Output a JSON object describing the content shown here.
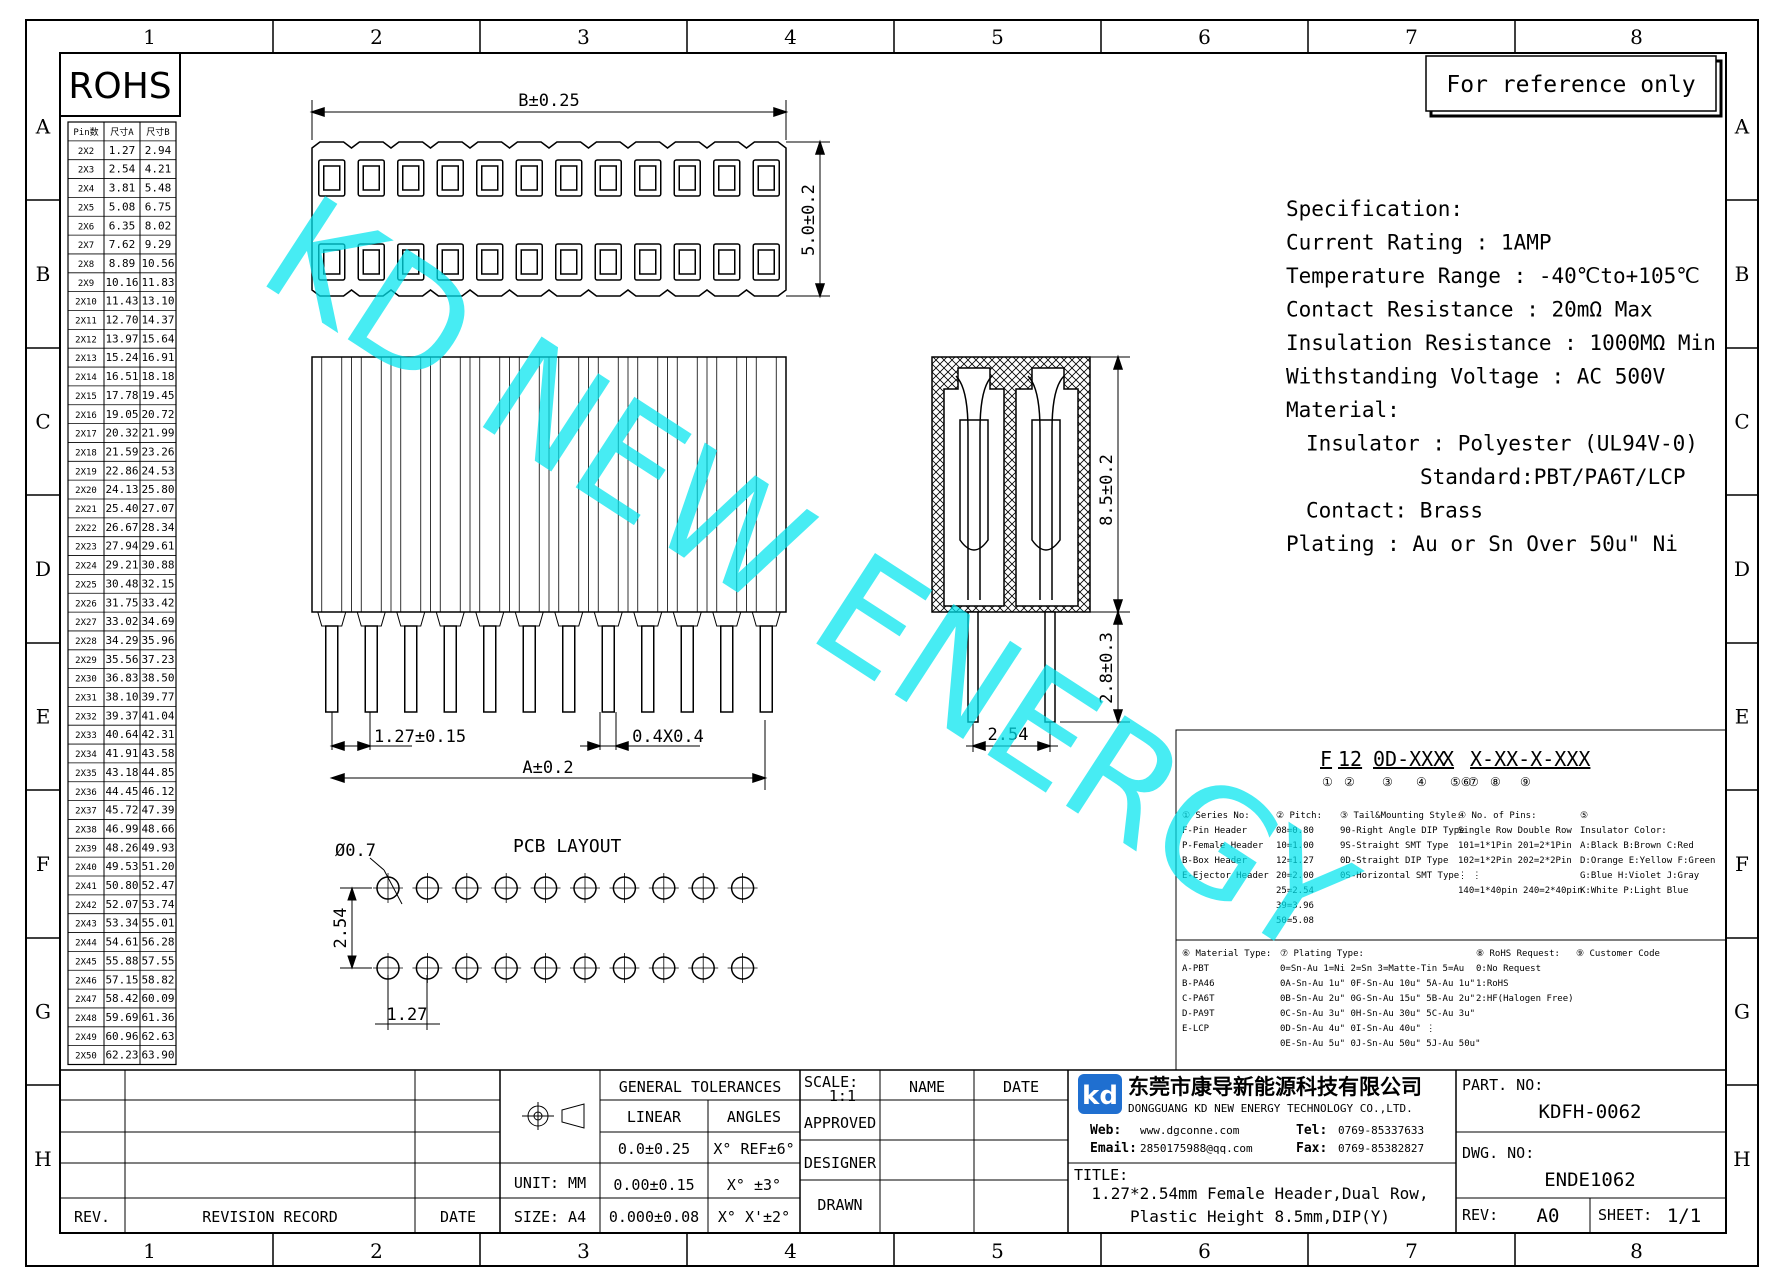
{
  "grid": {
    "columns": [
      "1",
      "2",
      "3",
      "4",
      "5",
      "6",
      "7",
      "8"
    ],
    "rows": [
      "A",
      "B",
      "C",
      "D",
      "E",
      "F",
      "G",
      "H"
    ]
  },
  "rohs_label": "ROHS",
  "reference_note": "For reference only",
  "watermark": "KD NEW ENERGY",
  "size_table": {
    "headers": [
      "Pin数",
      "尺寸A",
      "尺寸B"
    ],
    "rows": [
      [
        "2X2",
        "1.27",
        "2.94"
      ],
      [
        "2X3",
        "2.54",
        "4.21"
      ],
      [
        "2X4",
        "3.81",
        "5.48"
      ],
      [
        "2X5",
        "5.08",
        "6.75"
      ],
      [
        "2X6",
        "6.35",
        "8.02"
      ],
      [
        "2X7",
        "7.62",
        "9.29"
      ],
      [
        "2X8",
        "8.89",
        "10.56"
      ],
      [
        "2X9",
        "10.16",
        "11.83"
      ],
      [
        "2X10",
        "11.43",
        "13.10"
      ],
      [
        "2X11",
        "12.70",
        "14.37"
      ],
      [
        "2X12",
        "13.97",
        "15.64"
      ],
      [
        "2X13",
        "15.24",
        "16.91"
      ],
      [
        "2X14",
        "16.51",
        "18.18"
      ],
      [
        "2X15",
        "17.78",
        "19.45"
      ],
      [
        "2X16",
        "19.05",
        "20.72"
      ],
      [
        "2X17",
        "20.32",
        "21.99"
      ],
      [
        "2X18",
        "21.59",
        "23.26"
      ],
      [
        "2X19",
        "22.86",
        "24.53"
      ],
      [
        "2X20",
        "24.13",
        "25.80"
      ],
      [
        "2X21",
        "25.40",
        "27.07"
      ],
      [
        "2X22",
        "26.67",
        "28.34"
      ],
      [
        "2X23",
        "27.94",
        "29.61"
      ],
      [
        "2X24",
        "29.21",
        "30.88"
      ],
      [
        "2X25",
        "30.48",
        "32.15"
      ],
      [
        "2X26",
        "31.75",
        "33.42"
      ],
      [
        "2X27",
        "33.02",
        "34.69"
      ],
      [
        "2X28",
        "34.29",
        "35.96"
      ],
      [
        "2X29",
        "35.56",
        "37.23"
      ],
      [
        "2X30",
        "36.83",
        "38.50"
      ],
      [
        "2X31",
        "38.10",
        "39.77"
      ],
      [
        "2X32",
        "39.37",
        "41.04"
      ],
      [
        "2X33",
        "40.64",
        "42.31"
      ],
      [
        "2X34",
        "41.91",
        "43.58"
      ],
      [
        "2X35",
        "43.18",
        "44.85"
      ],
      [
        "2X36",
        "44.45",
        "46.12"
      ],
      [
        "2X37",
        "45.72",
        "47.39"
      ],
      [
        "2X38",
        "46.99",
        "48.66"
      ],
      [
        "2X39",
        "48.26",
        "49.93"
      ],
      [
        "2X40",
        "49.53",
        "51.20"
      ],
      [
        "2X41",
        "50.80",
        "52.47"
      ],
      [
        "2X42",
        "52.07",
        "53.74"
      ],
      [
        "2X43",
        "53.34",
        "55.01"
      ],
      [
        "2X44",
        "54.61",
        "56.28"
      ],
      [
        "2X45",
        "55.88",
        "57.55"
      ],
      [
        "2X46",
        "57.15",
        "58.82"
      ],
      [
        "2X47",
        "58.42",
        "60.09"
      ],
      [
        "2X48",
        "59.69",
        "61.36"
      ],
      [
        "2X49",
        "60.96",
        "62.63"
      ],
      [
        "2X50",
        "62.23",
        "63.90"
      ]
    ]
  },
  "dimensions": {
    "b": "B±0.25",
    "height_top": "5.0±0.2",
    "pitch": "1.27±0.15",
    "pin_section": "0.4X0.4",
    "a": "A±0.2",
    "plastic_height": "8.5±0.2",
    "tail_length": "2.8±0.3",
    "row_pitch": "2.54",
    "hole_dia": "Ø0.7",
    "pcb_row": "2.54",
    "pcb_pitch": "1.27"
  },
  "pcb_layout_label": "PCB LAYOUT",
  "specification": [
    "Specification:",
    "Current Rating : 1AMP",
    "Temperature Range : -40℃to+105℃",
    "Contact Resistance : 20mΩ Max",
    "Insulation Resistance : 1000MΩ Min",
    "Withstanding Voltage : AC 500V",
    "Material:",
    "Insulator : Polyester (UL94V-0)",
    "Standard:PBT/PA6T/LCP",
    "Contact: Brass",
    "Plating : Au or Sn Over 50u\" Ni"
  ],
  "part_code": {
    "segments": [
      "F",
      "12",
      "0D-XXX",
      "X",
      "X-XX-X-XXX"
    ],
    "markers": [
      "①",
      "②",
      "③",
      "④",
      "⑤⑥",
      "⑦",
      "⑧",
      "⑨"
    ],
    "upper": [
      [
        "① Series No:",
        "F-Pin Header",
        "P-Female Header",
        "B-Box Header",
        "E-Ejector Header"
      ],
      [
        "② Pitch:",
        "08=0.80",
        "10=1.00",
        "12=1.27",
        "20=2.00",
        "25=2.54",
        "39=3.96",
        "50=5.08"
      ],
      [
        "③ Tail&Mounting Style:",
        "90-Right Angle DIP Type",
        "9S-Straight SMT Type",
        "0D-Straight DIP Type",
        "0S-Horizontal SMT Type"
      ],
      [
        "④ No. of Pins:",
        "Single Row   Double Row",
        "101=1*1Pin   201=2*1Pin",
        "102=1*2Pin   202=2*2Pin",
        "  ⋮              ⋮",
        "140=1*40pin  240=2*40pin"
      ],
      [
        "⑤",
        "Insulator Color:",
        "A:Black  B:Brown  C:Red",
        "D:Orange E:Yellow F:Green",
        "G:Blue   H:Violet J:Gray",
        "K:White  P:Light Blue"
      ]
    ],
    "lower": [
      [
        "⑥ Material Type:",
        "A-PBT",
        "B-PA46",
        "C-PA6T",
        "D-PA9T",
        "E-LCP"
      ],
      [
        "⑦ Plating Type:",
        "0=Sn-Au 1=Ni 2=Sn 3=Matte-Tin 5=Au",
        "0A-Sn-Au 1u\" 0F-Sn-Au 10u\"  5A-Au 1u\"",
        "0B-Sn-Au 2u\" 0G-Sn-Au 15u\"  5B-Au 2u\"",
        "0C-Sn-Au 3u\" 0H-Sn-Au 30u\"  5C-Au 3u\"",
        "0D-Sn-Au 4u\" 0I-Sn-Au 40u\"   ⋮",
        "0E-Sn-Au 5u\" 0J-Sn-Au 50u\"  5J-Au 50u\""
      ],
      [
        "⑧ RoHS Request:",
        "0:No Request",
        "1:RoHS",
        "2:HF(Halogen Free)"
      ],
      [
        "⑨ Customer Code"
      ]
    ]
  },
  "title_block": {
    "rev_header": "REV.",
    "revision_record": "REVISION RECORD",
    "date_header": "DATE",
    "general_tolerances": "GENERAL TOLERANCES",
    "linear": "LINEAR",
    "angles": "ANGLES",
    "lin_values": [
      "0.0±0.25",
      "0.00±0.15",
      "0.000±0.08"
    ],
    "ang_values": [
      "X° REF±6°",
      "X° ±3°",
      "X° X'±2°"
    ],
    "unit": "UNIT: MM",
    "size": "SIZE: A4",
    "scale_label": "SCALE:",
    "scale_value": "1:1",
    "name_header": "NAME",
    "date_header2": "DATE",
    "approved": "APPROVED",
    "designer": "DESIGNER",
    "drawn": "DRAWN",
    "company_cn": "东莞市康导新能源科技有限公司",
    "company_en": "DONGGUANG KD NEW ENERGY TECHNOLOGY CO.,LTD.",
    "web_label": "Web:",
    "web": "www.dgconne.com",
    "tel_label": "Tel:",
    "tel": "0769-85337633",
    "email_label": "Email:",
    "email": "2850175988@qq.com",
    "fax_label": "Fax:",
    "fax": "0769-85382827",
    "title_label": "TITLE:",
    "title_line1": "1.27*2.54mm Female Header,Dual Row,",
    "title_line2": "Plastic Height 8.5mm,DIP(Y)",
    "part_no_label": "PART. NO:",
    "part_no": "KDFH-0062",
    "dwg_no_label": "DWG. NO:",
    "dwg_no": "ENDE1062",
    "rev_label": "REV:",
    "rev_value": "A0",
    "sheet_label": "SHEET:",
    "sheet_value": "1/1"
  },
  "colors": {
    "line": "#000000",
    "watermark": "#00e5ee",
    "logo": "#1f6fd0"
  }
}
